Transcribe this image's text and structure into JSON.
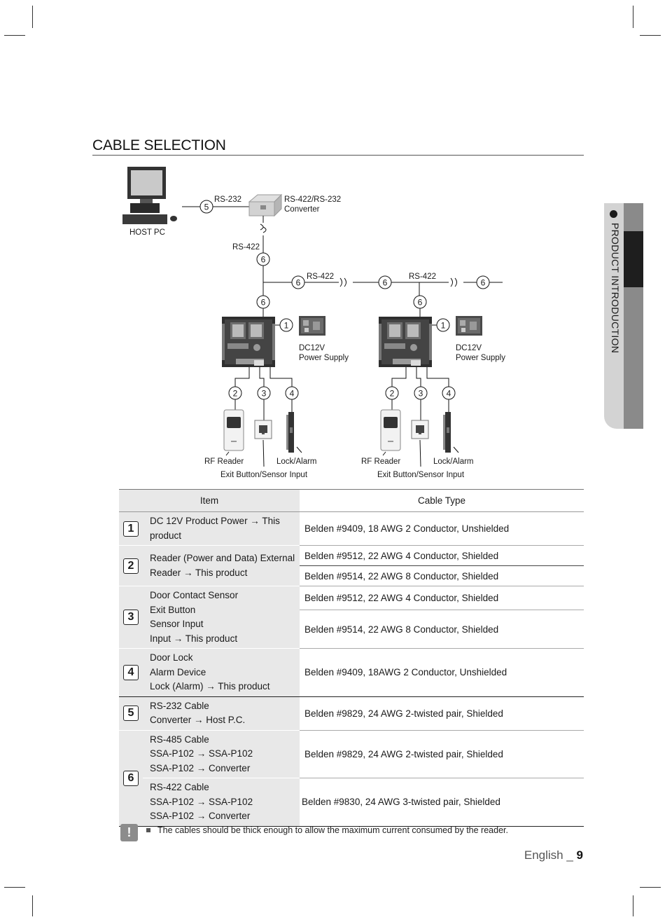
{
  "title": "CABLE SELECTION",
  "side_tab": {
    "label": "PRODUCT INTRODUCTION"
  },
  "diagram": {
    "host_pc": "HOST PC",
    "rs232": "RS-232",
    "converter_line1": "RS-422/RS-232",
    "converter_line2": "Converter",
    "rs422_vertical": "RS-422",
    "rs422_bus_1": "RS-422",
    "rs422_bus_2": "RS-422",
    "left_unit": {
      "dc12v": "DC12V",
      "power_supply": "Power Supply",
      "rf_reader": "RF Reader",
      "lock_alarm": "Lock/Alarm",
      "exit_button": "Exit Button/Sensor Input"
    },
    "right_unit": {
      "dc12v": "DC12V",
      "power_supply": "Power Supply",
      "rf_reader": "RF Reader",
      "lock_alarm": "Lock/Alarm",
      "exit_button": "Exit Button/Sensor Input"
    },
    "markers": [
      "1",
      "2",
      "3",
      "4",
      "5",
      "6"
    ]
  },
  "table": {
    "headers": {
      "item": "Item",
      "cable_type": "Cable Type"
    },
    "rows": [
      {
        "no": "1",
        "desc": [
          "DC 12V Product Power → This",
          "product"
        ],
        "cables": [
          "Belden #9409, 18 AWG  2 Conductor, Unshielded"
        ]
      },
      {
        "no": "2",
        "desc": [
          "Reader (Power and Data) External",
          "Reader → This product"
        ],
        "cables": [
          "Belden #9512, 22 AWG  4 Conductor, Shielded",
          "Belden #9514, 22 AWG  8 Conductor, Shielded"
        ]
      },
      {
        "no": "3",
        "desc": [
          "Door Contact Sensor",
          "Exit Button",
          "Sensor Input",
          "Input → This product"
        ],
        "cables": [
          "Belden #9512, 22 AWG  4 Conductor, Shielded",
          "Belden #9514, 22 AWG  8 Conductor, Shielded"
        ]
      },
      {
        "no": "4",
        "desc": [
          "Door Lock",
          "Alarm Device",
          "Lock (Alarm) → This product"
        ],
        "cables": [
          "Belden #9409, 18AWG  2 Conductor, Unshielded"
        ]
      },
      {
        "no": "5",
        "desc": [
          "RS-232 Cable",
          "Converter → Host P.C."
        ],
        "cables": [
          "Belden #9829, 24 AWG  2-twisted pair, Shielded"
        ]
      },
      {
        "no": "6",
        "subrows": [
          {
            "desc": [
              "RS-485 Cable",
              "SSA-P102 → SSA-P102",
              "SSA-P102 → Converter"
            ],
            "cable": "Belden #9829, 24 AWG  2-twisted pair, Shielded"
          },
          {
            "desc": [
              "RS-422 Cable",
              "SSA-P102 → SSA-P102",
              "SSA-P102 → Converter"
            ],
            "cable": "Belden #9830, 24 AWG  3-twisted pair, Shielded"
          }
        ]
      }
    ]
  },
  "note": "The cables should be thick enough to allow the maximum current consumed by the reader.",
  "footer": {
    "lang": "English _",
    "page": "9"
  }
}
